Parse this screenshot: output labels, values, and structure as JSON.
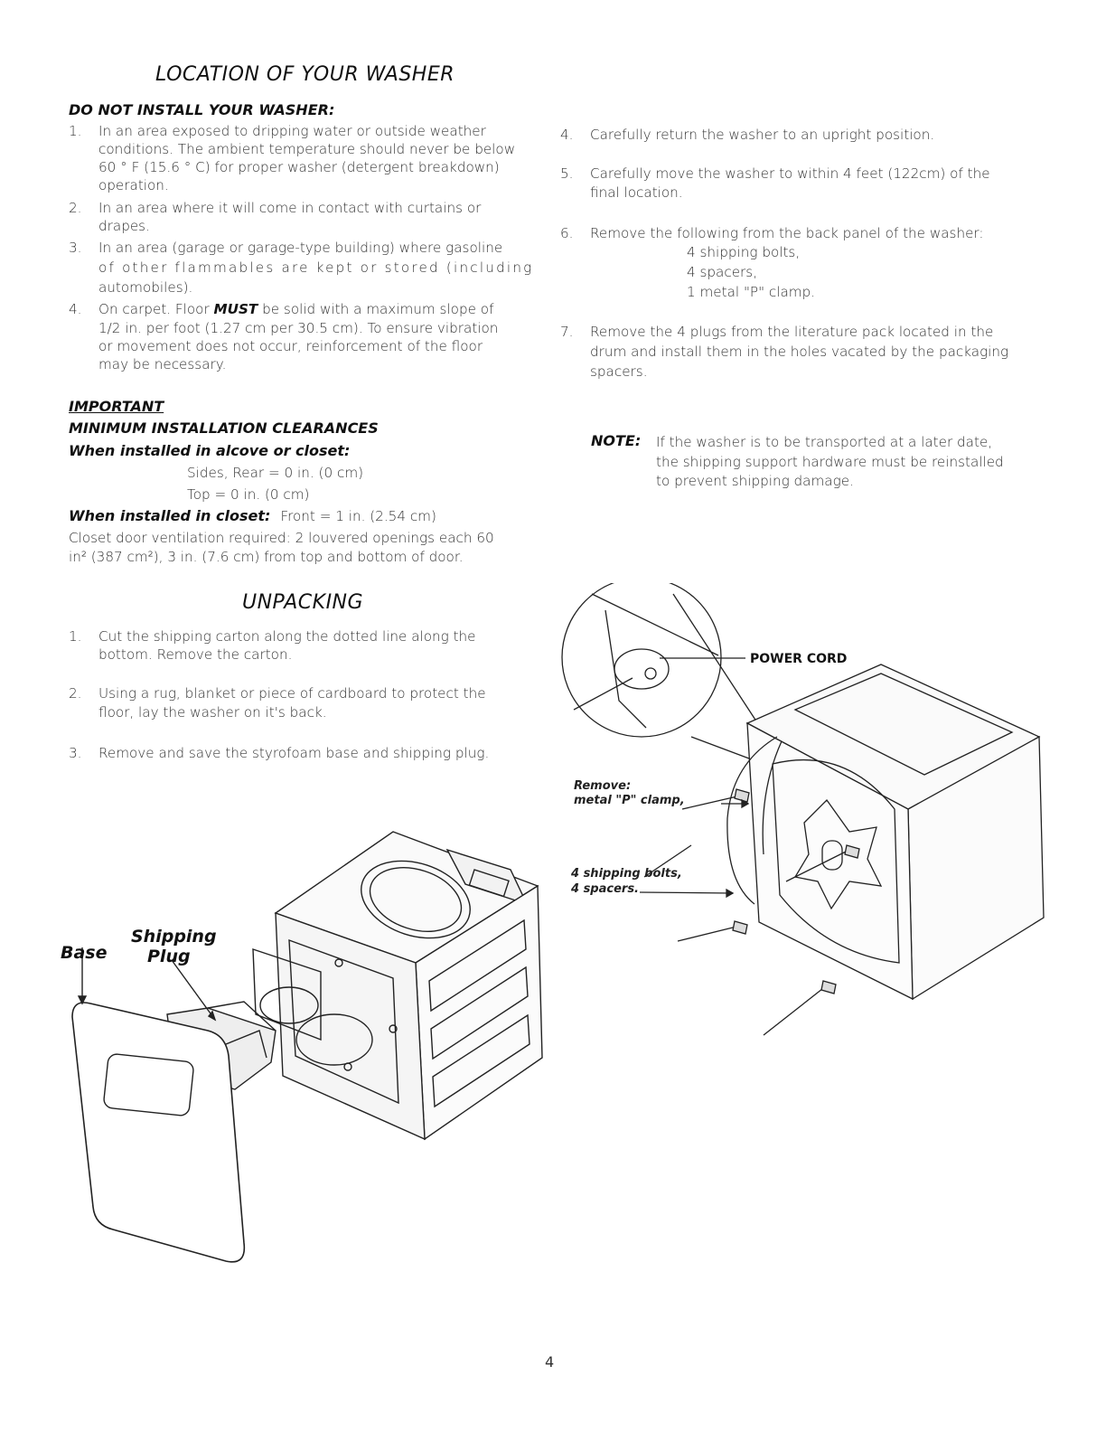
{
  "location": {
    "title": "LOCATION OF YOUR WASHER",
    "do_not_heading": "DO NOT INSTALL YOUR WASHER:",
    "items": [
      {
        "n": "1.",
        "lines": [
          "In an area exposed to dripping water or outside weather",
          "conditions. The ambient temperature should never be below",
          "60 ° F (15.6 ° C) for proper washer (detergent breakdown)",
          "operation."
        ]
      },
      {
        "n": "2.",
        "lines": [
          "In an area where it will come in contact with curtains or",
          "drapes."
        ]
      },
      {
        "n": "3.",
        "lines": [
          "In an area (garage or garage-type building) where gasoline",
          "of other flammables are kept or stored (including",
          "automobiles)."
        ]
      },
      {
        "n": "4.",
        "pre": "On carpet. Floor ",
        "bold": "MUST",
        "post": " be solid with a maximum slope of",
        "lines": [
          "1/2 in. per foot (1.27 cm per 30.5 cm). To ensure vibration",
          "or movement does not occur, reinforcement of the floor",
          "may be necessary."
        ]
      }
    ],
    "important": "IMPORTANT",
    "min_clearances": "MINIMUM INSTALLATION CLEARANCES",
    "alcove_heading": "When installed in alcove or closet:",
    "alcove_sides": "Sides, Rear = 0 in. (0 cm)",
    "alcove_top": "Top = 0 in. (0 cm)",
    "closet_heading": "When installed in closet:",
    "closet_front": "Front = 1 in. (2.54 cm)",
    "vent_line1": "Closet door ventilation required: 2 louvered openings each 60",
    "vent_line2": "in² (387 cm²), 3 in. (7.6 cm) from top and bottom of door."
  },
  "unpacking": {
    "title": "UNPACKING",
    "items": [
      {
        "n": "1.",
        "lines": [
          "Cut the shipping carton along the dotted line along the",
          "bottom. Remove the carton."
        ]
      },
      {
        "n": "2.",
        "lines": [
          "Using a rug, blanket or piece of cardboard to protect the",
          "floor, lay the washer on it's back."
        ]
      },
      {
        "n": "3.",
        "lines": [
          "Remove and save the styrofoam base and shipping plug."
        ]
      }
    ]
  },
  "right_steps": [
    {
      "n": "4.",
      "lines": [
        "Carefully return the washer to an upright position."
      ]
    },
    {
      "n": "5.",
      "lines": [
        "Carefully move the washer to within 4 feet (122cm) of the",
        "final location."
      ]
    },
    {
      "n": "6.",
      "lines": [
        "Remove the following from the back panel of the washer:"
      ]
    },
    {
      "n": "7.",
      "lines": [
        "Remove the 4 plugs from the literature pack located in the",
        "drum and install them in the holes vacated by the packaging",
        "spacers."
      ]
    }
  ],
  "step6_sub": [
    "4 shipping bolts,",
    "4 spacers,",
    "1 metal \"P\" clamp."
  ],
  "note": {
    "label": "NOTE:",
    "lines": [
      "If the washer is to be transported at a later date,",
      "the shipping support hardware must be reinstalled",
      "to prevent shipping damage."
    ]
  },
  "figure_left": {
    "base_label": "Base",
    "shipping_label": "Shipping",
    "plug_label": "Plug"
  },
  "figure_right": {
    "power_cord": "POWER CORD",
    "remove": "Remove:",
    "clamp": "metal \"P\" clamp,",
    "bolts": "4 shipping bolts,",
    "spacers": "4 spacers."
  },
  "page_number": "4"
}
